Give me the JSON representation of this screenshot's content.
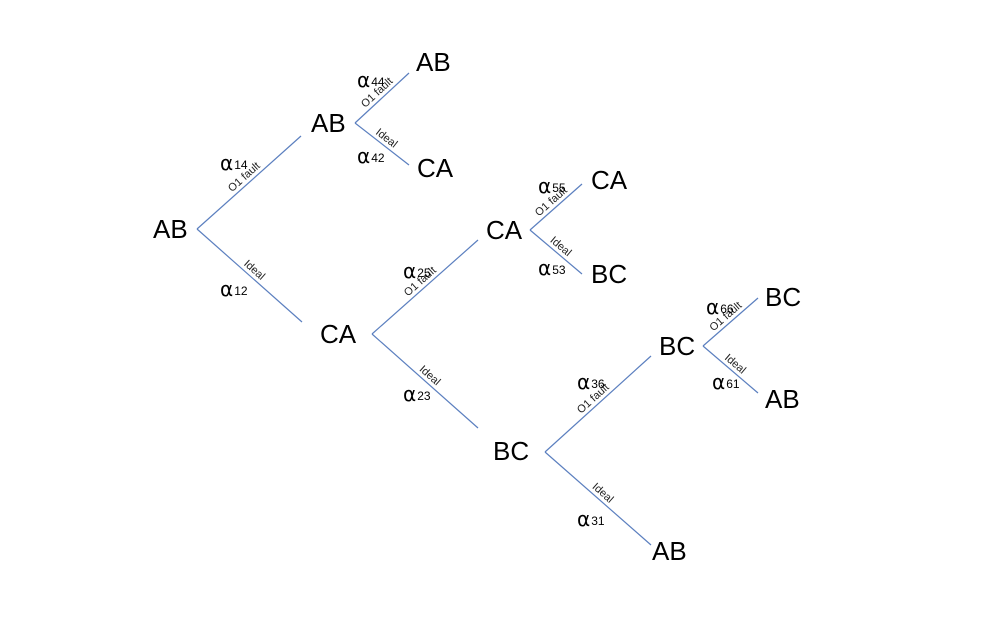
{
  "nodes": [
    {
      "id": "n0",
      "label": "AB"
    },
    {
      "id": "n1",
      "label": "AB"
    },
    {
      "id": "n2",
      "label": "CA"
    },
    {
      "id": "n3",
      "label": "AB"
    },
    {
      "id": "n4",
      "label": "CA"
    },
    {
      "id": "n5",
      "label": "CA"
    },
    {
      "id": "n6",
      "label": "BC"
    },
    {
      "id": "n7",
      "label": "CA"
    },
    {
      "id": "n8",
      "label": "BC"
    },
    {
      "id": "n9",
      "label": "BC"
    },
    {
      "id": "n10",
      "label": "AB"
    },
    {
      "id": "n11",
      "label": "BC"
    },
    {
      "id": "n12",
      "label": "AB"
    }
  ],
  "edges": [
    {
      "from": "n0",
      "to": "n1",
      "label": "O1 fault",
      "alpha": "α",
      "sub": "14"
    },
    {
      "from": "n0",
      "to": "n2",
      "label": "Ideal",
      "alpha": "α",
      "sub": "12"
    },
    {
      "from": "n1",
      "to": "n3",
      "label": "O1 fault",
      "alpha": "α",
      "sub": "44"
    },
    {
      "from": "n1",
      "to": "n4",
      "label": "Ideal",
      "alpha": "α",
      "sub": "42"
    },
    {
      "from": "n2",
      "to": "n5",
      "label": "O1 fault",
      "alpha": "α",
      "sub": "25"
    },
    {
      "from": "n2",
      "to": "n6",
      "label": "Ideal",
      "alpha": "α",
      "sub": "23"
    },
    {
      "from": "n5",
      "to": "n7",
      "label": "O1 fault",
      "alpha": "α",
      "sub": "55"
    },
    {
      "from": "n5",
      "to": "n8",
      "label": "Ideal",
      "alpha": "α",
      "sub": "53"
    },
    {
      "from": "n6",
      "to": "n9",
      "label": "O1 fault",
      "alpha": "α",
      "sub": "36"
    },
    {
      "from": "n6",
      "to": "n10",
      "label": "Ideal",
      "alpha": "α",
      "sub": "31"
    },
    {
      "from": "n9",
      "to": "n11",
      "label": "O1 fault",
      "alpha": "α",
      "sub": "66"
    },
    {
      "from": "n9",
      "to": "n12",
      "label": "Ideal",
      "alpha": "α",
      "sub": "61"
    }
  ]
}
